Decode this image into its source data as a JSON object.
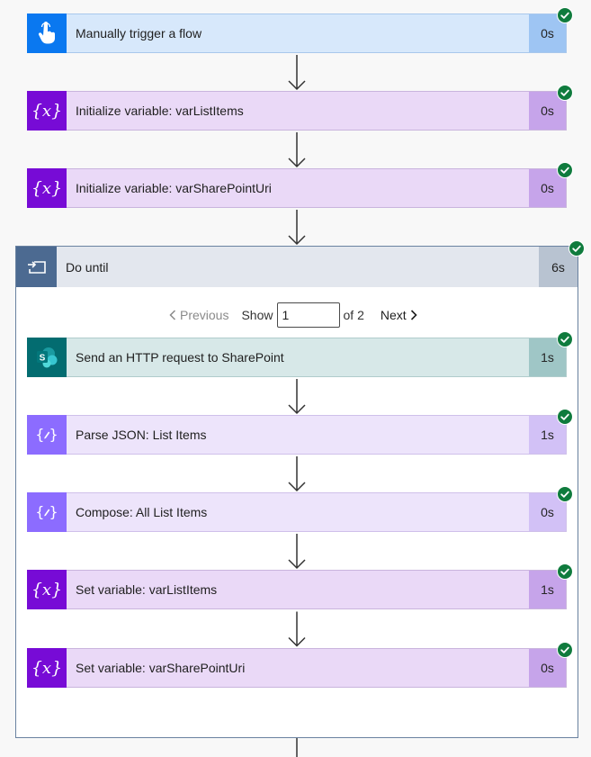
{
  "steps": [
    {
      "title": "Manually trigger a flow",
      "duration": "0s"
    },
    {
      "title": "Initialize variable: varListItems",
      "duration": "0s"
    },
    {
      "title": "Initialize variable: varSharePointUri",
      "duration": "0s"
    }
  ],
  "do_until": {
    "title": "Do until",
    "duration": "6s",
    "pager": {
      "previous": "Previous",
      "show": "Show",
      "page": "1",
      "of": "of 2",
      "next": "Next"
    },
    "steps": [
      {
        "title": "Send an HTTP request to SharePoint",
        "duration": "1s"
      },
      {
        "title": "Parse JSON: List Items",
        "duration": "1s"
      },
      {
        "title": "Compose: All List Items",
        "duration": "0s"
      },
      {
        "title": "Set variable: varListItems",
        "duration": "1s"
      },
      {
        "title": "Set variable: varSharePointUri",
        "duration": "0s"
      }
    ]
  }
}
